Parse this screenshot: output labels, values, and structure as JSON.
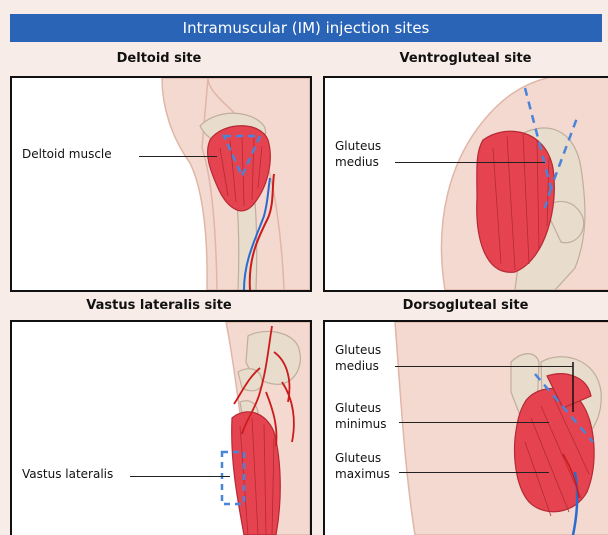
{
  "banner": {
    "title": "Intramuscular (IM) injection sites"
  },
  "panels": {
    "deltoid": {
      "title": "Deltoid site",
      "labels": [
        "Deltoid muscle"
      ]
    },
    "ventrogluteal": {
      "title": "Ventrogluteal site",
      "labels": [
        "Gluteus",
        "medius"
      ]
    },
    "vastus": {
      "title": "Vastus lateralis site",
      "labels": [
        "Vastus lateralis"
      ]
    },
    "dorsogluteal": {
      "title": "Dorsogluteal site",
      "labels": [
        "Gluteus",
        "medius",
        "Gluteus",
        "minimus",
        "Gluteus",
        "maximus"
      ]
    }
  },
  "colors": {
    "banner": "#2a64b6",
    "skin": "#f3d9d0",
    "muscle": "#e5434f",
    "bone": "#e8dccd",
    "vessel_red": "#cc1b1b",
    "vessel_blue": "#2a6bd0",
    "marker": "#4a84d9"
  }
}
